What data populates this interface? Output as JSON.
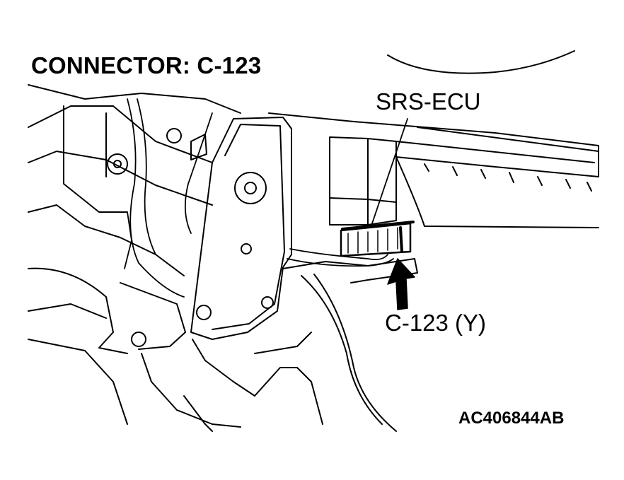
{
  "title": "CONNECTOR: C-123",
  "labels": {
    "component": "SRS-ECU",
    "connector": "C-123 (Y)"
  },
  "figure_code": "AC406844AB",
  "colors": {
    "line": "#000000",
    "background": "#ffffff"
  },
  "icons": {
    "pointer": "black-arrow"
  }
}
